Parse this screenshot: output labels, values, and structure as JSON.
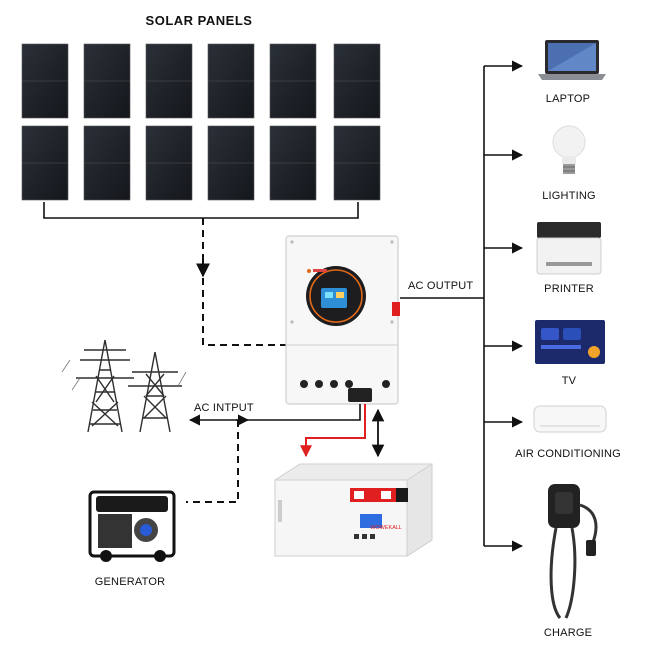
{
  "diagram": {
    "title": "SOLAR PANELS",
    "labels": {
      "ac_output": "AC OUTPUT",
      "ac_input": "AC  INTPUT",
      "generator": "GENERATOR",
      "laptop": "LAPTOP",
      "lighting": "LIGHTING",
      "printer": "PRINTER",
      "tv": "TV",
      "air_conditioning": "AIR CONDITIONING",
      "charge": "CHARGE"
    },
    "battery_brand": "WOWEKALL",
    "colors": {
      "panel": "#1b1f24",
      "line": "#111111",
      "battery_link": "#e02020",
      "inverter_body": "#f4f4f4",
      "tv_screen": "#1c2a6b"
    }
  }
}
